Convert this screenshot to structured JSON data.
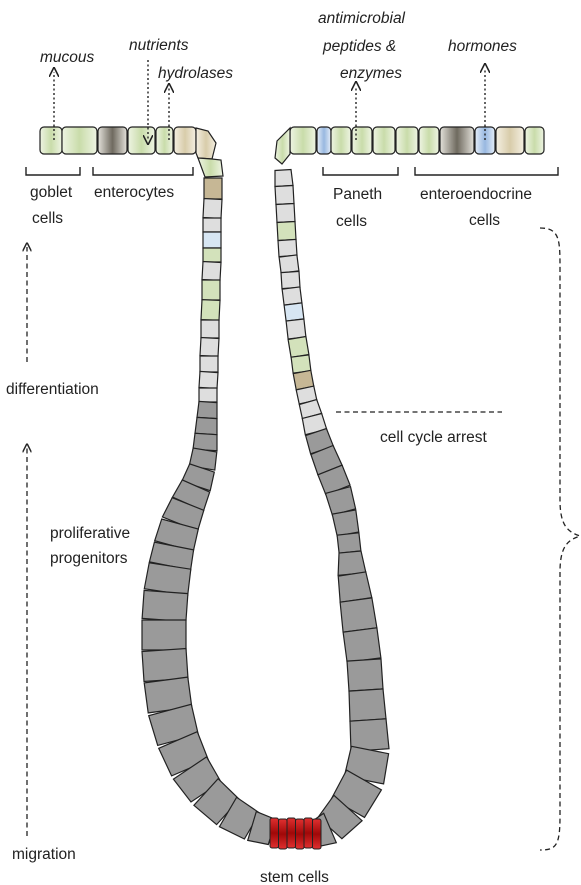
{
  "labels": {
    "mucous": "mucous",
    "nutrients": "nutrients",
    "hydrolases": "hydrolases",
    "antimicrobial_1": "antimicrobial",
    "antimicrobial_2": "peptides &",
    "antimicrobial_3": "enzymes",
    "hormones": "hormones",
    "goblet_1": "goblet",
    "goblet_2": "cells",
    "enterocytes": "enterocytes",
    "paneth_1": "Paneth",
    "paneth_2": "cells",
    "entero_1": "enteroendocrine",
    "entero_2": "cells",
    "differentiation": "differentiation",
    "cell_cycle_arrest": "cell cycle arrest",
    "proliferative_1": "proliferative",
    "proliferative_2": "progenitors",
    "migration": "migration",
    "stem_cells": "stem cells"
  },
  "colors": {
    "background": "#ffffff",
    "progenitor_gray": "#9a9a9a",
    "differentiated_light_gray": "#dedede",
    "enterocyte_green": "#d3e2bb",
    "goblet_tan": "#c6b795",
    "enteroendocrine_blue": "#a8c4e4",
    "stem_cell_red": "#b01010",
    "outline": "#222222"
  },
  "icons": {
    "arrow": "arrowhead"
  }
}
